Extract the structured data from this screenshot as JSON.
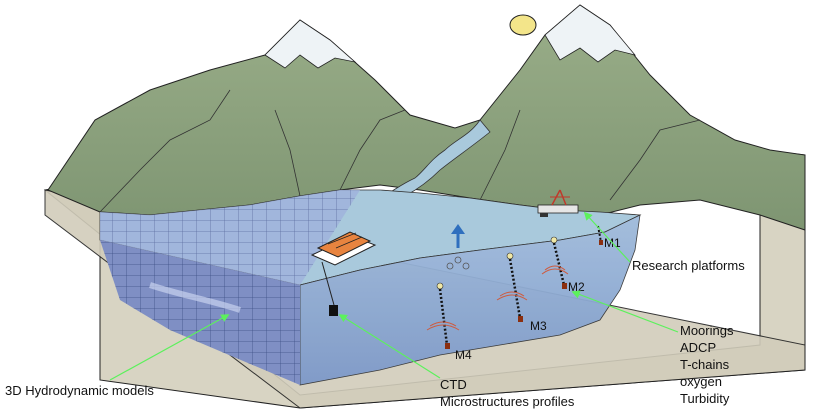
{
  "labels": {
    "hydro": "3D Hydrodynamic models",
    "ctd": "CTD",
    "micro": "Microstructures profiles",
    "platforms": "Research platforms",
    "moorings": "Moorings",
    "adcp": "ADCP",
    "tchains": "T-chains",
    "oxygen": "oxygen",
    "turbidity": "Turbidity"
  },
  "moorings": {
    "m1": "M1",
    "m2": "M2",
    "m3": "M3",
    "m4": "M4"
  },
  "colors": {
    "mountain": "#8fa37e",
    "snow": "#eef3f6",
    "water_surface": "#a9c9dc",
    "water_body": "#95b3d6",
    "ground": "#d8d4c3",
    "sun": "#f3e58a",
    "callout": "#5cf15c",
    "current_arrow": "#2f6fbe",
    "mooring_anchor": "#8b2f10",
    "acoustic": "#cf5a3d"
  },
  "icons": [
    "sun-icon",
    "boat-icon",
    "ctd-probe-icon",
    "research-platform-icon",
    "current-arrow-icon",
    "mooring-icon"
  ]
}
